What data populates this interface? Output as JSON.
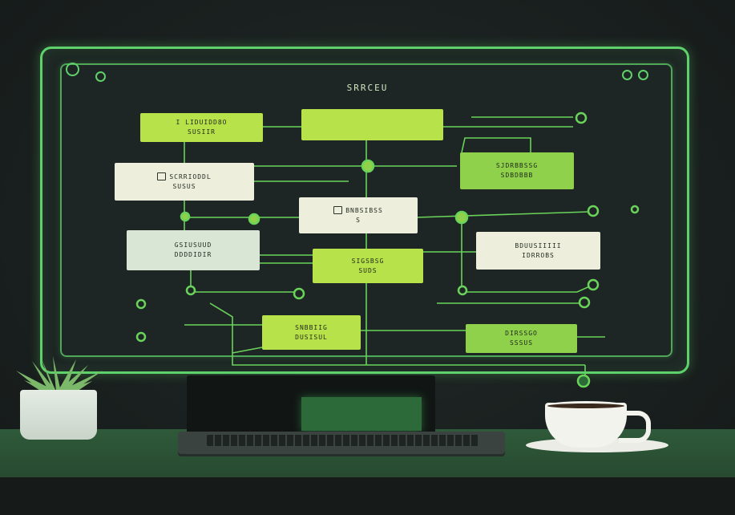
{
  "screen": {
    "title": "SRRCEU"
  },
  "nodes": [
    {
      "id": "n1",
      "line1": "I LIDUIDD8O",
      "line2": "SUSIIR"
    },
    {
      "id": "n2",
      "line1": "",
      "line2": ""
    },
    {
      "id": "n3",
      "line1": "SJDRBBSSG",
      "line2": "SDBDBBB"
    },
    {
      "id": "n4",
      "line1": "SCRRIODDL",
      "line2": "SUSUS"
    },
    {
      "id": "n5",
      "line1": "BNBSIBSS",
      "line2": "S"
    },
    {
      "id": "n6",
      "line1": "GSIUSUUD",
      "line2": "DDDDIDIR"
    },
    {
      "id": "n7",
      "line1": "BDUUSIIIII",
      "line2": "IDRROBS"
    },
    {
      "id": "n8",
      "line1": "SIGSBSG",
      "line2": "SUDS"
    },
    {
      "id": "n9",
      "line1": "SNBBIIG",
      "line2": "DUSISUL"
    },
    {
      "id": "n10",
      "line1": "DIRSSGO",
      "line2": "SSSUS"
    }
  ],
  "colors": {
    "accent": "#5fd16a",
    "node_lime": "#b8e24a",
    "node_green": "#8fd14a",
    "node_cream": "#eeeedd",
    "background": "#1b2221"
  }
}
